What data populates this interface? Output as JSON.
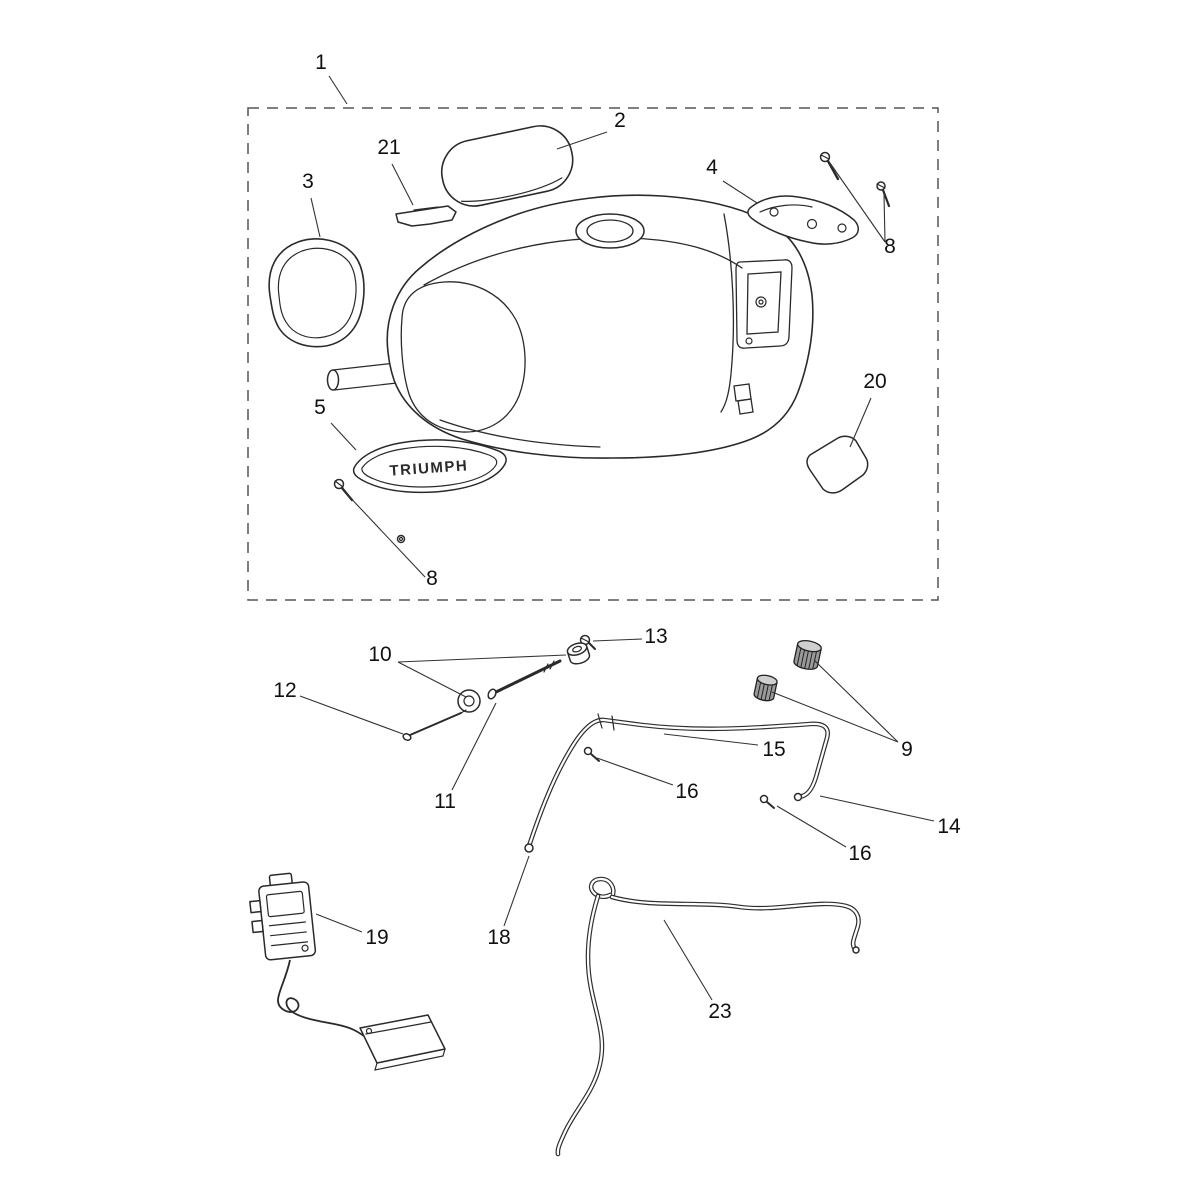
{
  "colors": {
    "ink": "#1a1a1a",
    "background": "#ffffff"
  },
  "badge_text": "TRIUMPH",
  "callouts": [
    "1",
    "2",
    "21",
    "3",
    "4",
    "8",
    "20",
    "5",
    "8",
    "13",
    "10",
    "12",
    "9",
    "15",
    "11",
    "16",
    "14",
    "16",
    "18",
    "19",
    "23"
  ]
}
